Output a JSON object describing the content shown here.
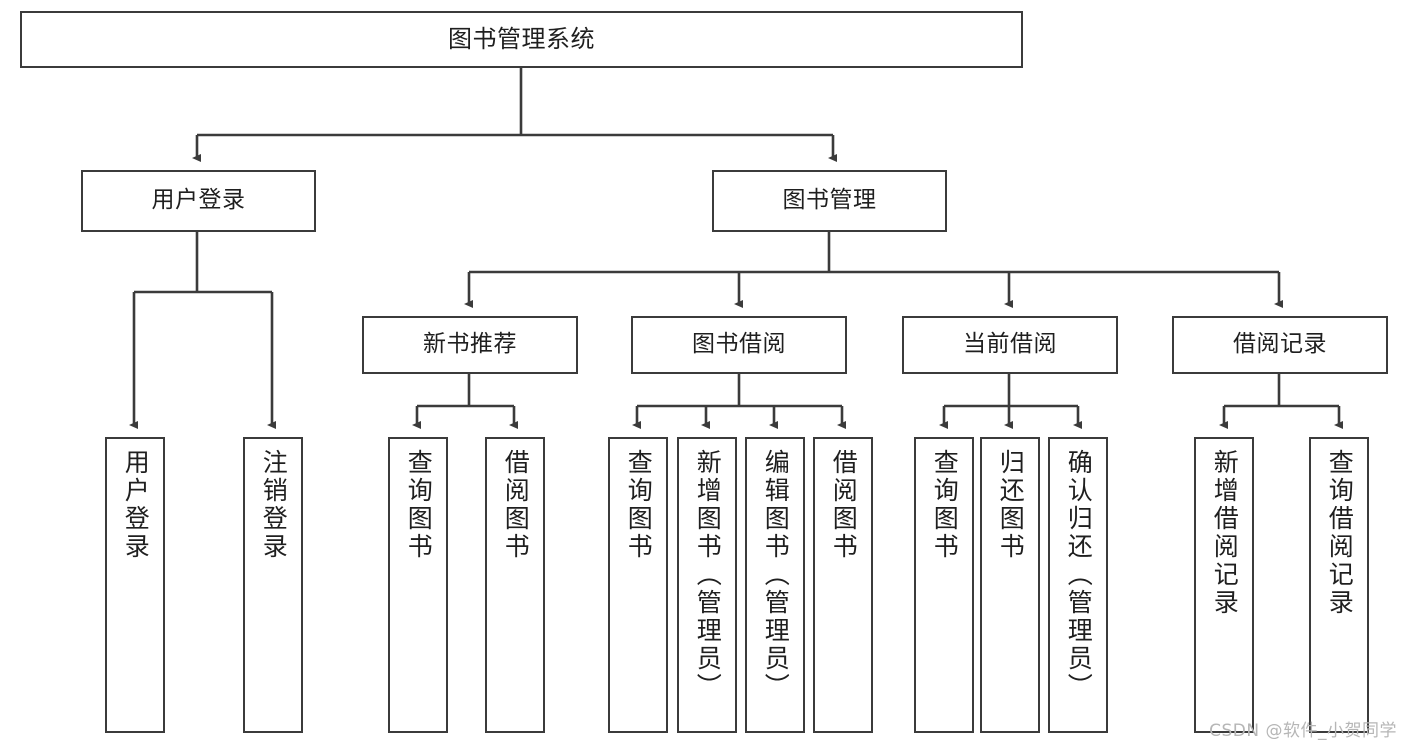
{
  "diagram": {
    "title_text": "图书管理系统",
    "watermark": "CSDN @软件_小贺同学",
    "colors": {
      "stroke": "#3b3b3b",
      "fill": "#ffffff",
      "text": "#1f1f1f",
      "watermark": "#b6b6b6"
    },
    "levels": {
      "root": {
        "label": "图书管理系统"
      },
      "level2": [
        {
          "id": "user-login",
          "label": "用户登录"
        },
        {
          "id": "book-management",
          "label": "图书管理"
        }
      ],
      "level3": [
        {
          "id": "new-book-recommend",
          "label": "新书推荐"
        },
        {
          "id": "book-borrow",
          "label": "图书借阅"
        },
        {
          "id": "current-borrow",
          "label": "当前借阅"
        },
        {
          "id": "borrow-record",
          "label": "借阅记录"
        }
      ],
      "leaves": [
        {
          "id": "leaf-user-login",
          "label": "用户登录",
          "parent": "user-login"
        },
        {
          "id": "leaf-logout-login",
          "label": "注销登录",
          "parent": "user-login"
        },
        {
          "id": "leaf-query-book-1",
          "label": "查询图书",
          "parent": "new-book-recommend"
        },
        {
          "id": "leaf-borrow-book-1",
          "label": "借阅图书",
          "parent": "new-book-recommend"
        },
        {
          "id": "leaf-query-book-2",
          "label": "查询图书",
          "parent": "book-borrow"
        },
        {
          "id": "leaf-add-book-admin",
          "label": "新增图书（管理员）",
          "parent": "book-borrow"
        },
        {
          "id": "leaf-edit-book-admin",
          "label": "编辑图书（管理员）",
          "parent": "book-borrow"
        },
        {
          "id": "leaf-borrow-book-2",
          "label": "借阅图书",
          "parent": "book-borrow"
        },
        {
          "id": "leaf-query-book-3",
          "label": "查询图书",
          "parent": "current-borrow"
        },
        {
          "id": "leaf-return-book",
          "label": "归还图书",
          "parent": "current-borrow"
        },
        {
          "id": "leaf-confirm-return-admin",
          "label": "确认归还（管理员）",
          "parent": "current-borrow"
        },
        {
          "id": "leaf-add-borrow-record",
          "label": "新增借阅记录",
          "parent": "borrow-record"
        },
        {
          "id": "leaf-query-borrow-record",
          "label": "查询借阅记录",
          "parent": "borrow-record"
        }
      ]
    }
  }
}
